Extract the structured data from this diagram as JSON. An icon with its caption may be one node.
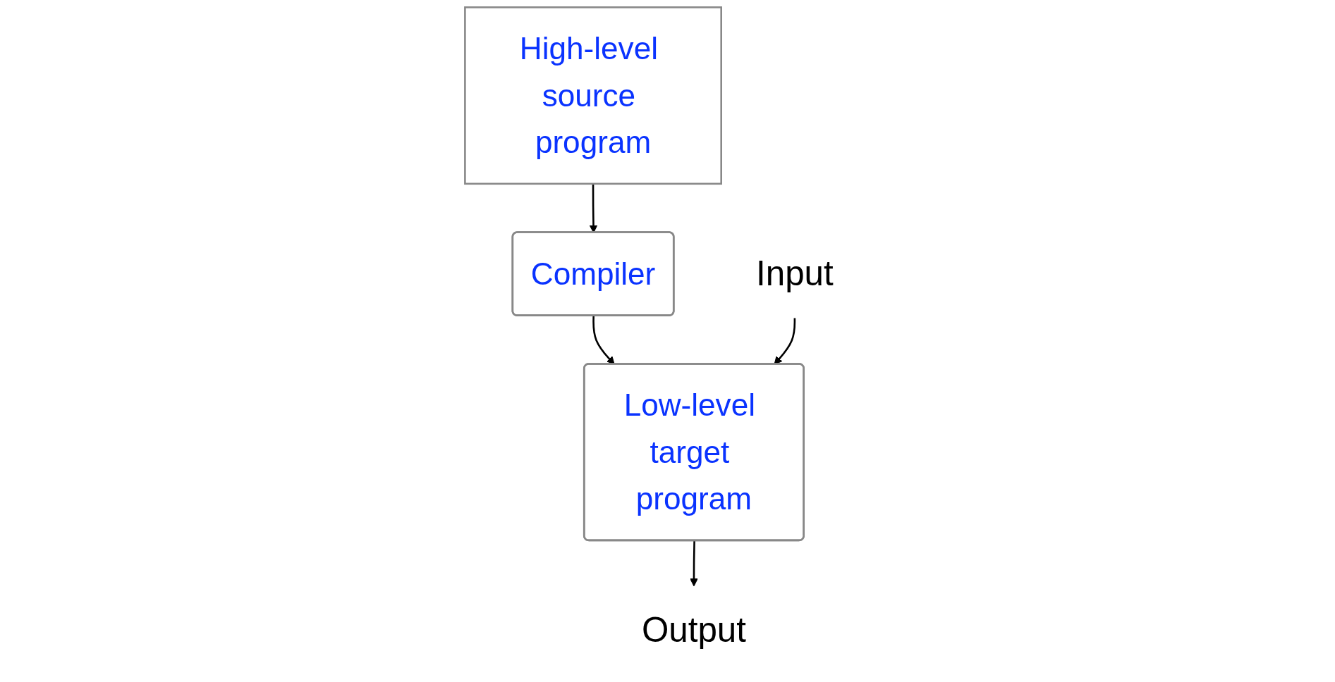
{
  "diagram": {
    "nodes": [
      {
        "text": [
          "High-level source program"
        ]
      },
      {
        "text": [
          "Compiler"
        ]
      },
      {
        "text": [
          "Low-level target program"
        ]
      },
      {
        "text": [
          "Input"
        ]
      },
      {
        "text": [
          "Output"
        ]
      }
    ],
    "edges": [
      {
        "from": 0,
        "to": 1,
        "arrow": "to"
      },
      {
        "from": 1,
        "to": 2,
        "arrow": "to"
      },
      {
        "from": 3,
        "to": 2,
        "arrow": "to"
      },
      {
        "from": 2,
        "to": 4,
        "arrow": "to"
      }
    ]
  }
}
